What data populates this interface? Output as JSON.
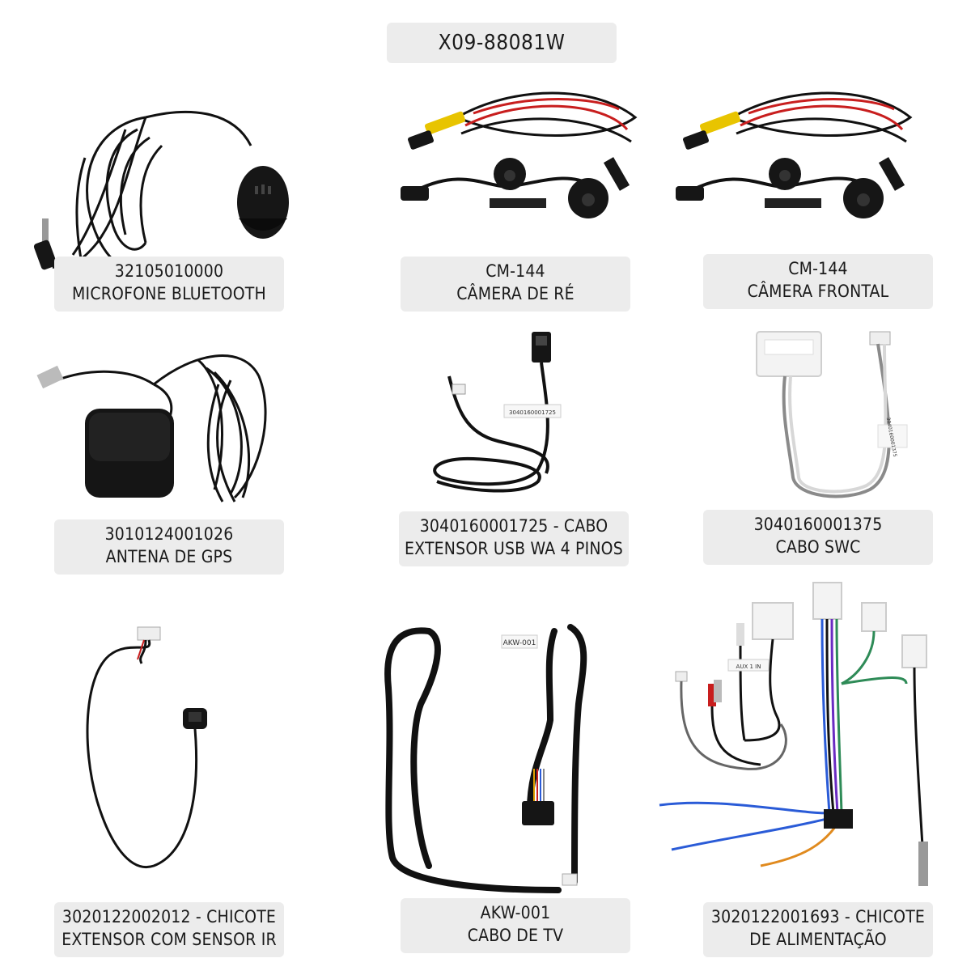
{
  "header": {
    "model": "X09-88081W"
  },
  "items": [
    {
      "code": "32105010000",
      "name": "MICROFONE BLUETOOTH",
      "icon": "microphone-icon"
    },
    {
      "code": "CM-144",
      "name": "CÂMERA DE RÉ",
      "icon": "reverse-camera-icon"
    },
    {
      "code": "CM-144",
      "name": "CÂMERA FRONTAL",
      "icon": "front-camera-icon"
    },
    {
      "code": "3010124001026",
      "name": "ANTENA DE GPS",
      "icon": "gps-antenna-icon"
    },
    {
      "code": "3040160001725 - CABO",
      "name": "EXTENSOR USB WA 4 PINOS",
      "icon": "usb-cable-icon"
    },
    {
      "code": "3040160001375",
      "name": "CABO SWC",
      "icon": "swc-cable-icon"
    },
    {
      "code": "3020122002012 - CHICOTE",
      "name": "EXTENSOR COM SENSOR IR",
      "icon": "ir-sensor-icon"
    },
    {
      "code": "AKW-001",
      "name": "CABO DE TV",
      "icon": "tv-cable-icon"
    },
    {
      "code": "3020122001693 - CHICOTE",
      "name": "DE ALIMENTAÇÃO",
      "icon": "power-harness-icon"
    }
  ],
  "tags": {
    "usb": "3040160001725",
    "swc": "3040160001375",
    "tv": "AKW-001",
    "aux": "AUX 1 IN"
  },
  "colors": {
    "label_bg": "#ececec",
    "cable": "#111111",
    "red_wire": "#c81e1e",
    "yellow_plug": "#e8c400"
  }
}
